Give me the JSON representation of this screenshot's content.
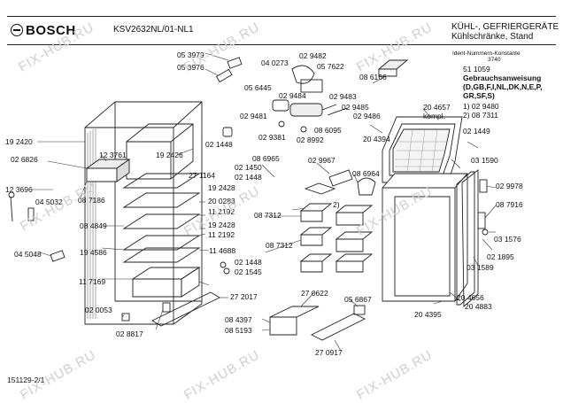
{
  "header": {
    "brand": "BOSCH",
    "model": "KSV2632NL/01-NL1",
    "category_line1": "KÜHL-, GEFRIERGERÄTE",
    "category_line2": "Kühlschränke, Stand",
    "ident_label": "Ident-Nummern-Konstante",
    "ident_value": "3740"
  },
  "info": {
    "manual_code": "51 1059",
    "manual_title": "Gebrauchsanweisung",
    "manual_langs_1": "(D,GB,F,I,NL,DK,N,E,P,",
    "manual_langs_2": "GR,SF,S)",
    "note_1": "1)  02 9480",
    "note_2": "2)  08 7311"
  },
  "footer": {
    "doc_id": "151129-2/1"
  },
  "watermark": "FIX-HUB.RU",
  "part_labels": [
    {
      "id": "05 3979"
    },
    {
      "id": "05 3976"
    },
    {
      "id": "04 0273"
    },
    {
      "id": "02 9482"
    },
    {
      "id": "05 7622"
    },
    {
      "id": "05 6445"
    },
    {
      "id": "02 9484"
    },
    {
      "id": "02 9483"
    },
    {
      "id": "02 9485"
    },
    {
      "id": "02 9481"
    },
    {
      "id": "02 9486"
    },
    {
      "id": "08 6095"
    },
    {
      "id": "02 9381"
    },
    {
      "id": "02 8992"
    },
    {
      "id": "08 6166"
    },
    {
      "id": "20 4657"
    },
    {
      "id": "kompl."
    },
    {
      "id": "20 4394"
    },
    {
      "id": "02 1449"
    },
    {
      "id": "19 2420"
    },
    {
      "id": "02 6826"
    },
    {
      "id": "12 3761"
    },
    {
      "id": "19 2426"
    },
    {
      "id": "02 1448"
    },
    {
      "id": "02 1450"
    },
    {
      "id": "02 1448"
    },
    {
      "id": "27 1164"
    },
    {
      "id": "08 6965"
    },
    {
      "id": "02 9967"
    },
    {
      "id": "08 6964"
    },
    {
      "id": "03 1590"
    },
    {
      "id": "02 9978"
    },
    {
      "id": "08 7916"
    },
    {
      "id": "12 3696"
    },
    {
      "id": "04 5032"
    },
    {
      "id": "08 7186"
    },
    {
      "id": "19 2428"
    },
    {
      "id": "20 0283"
    },
    {
      "id": "11 2192"
    },
    {
      "id": "08 7312"
    },
    {
      "id": "2)"
    },
    {
      "id": "08 4849"
    },
    {
      "id": "19 2428"
    },
    {
      "id": "11 2192"
    },
    {
      "id": "03 1576"
    },
    {
      "id": "02 1895"
    },
    {
      "id": "08 7312"
    },
    {
      "id": "03 1589"
    },
    {
      "id": "04 5048"
    },
    {
      "id": "19 4586"
    },
    {
      "id": "11 4688"
    },
    {
      "id": "02 1448"
    },
    {
      "id": "02 1545"
    },
    {
      "id": "11 7169"
    },
    {
      "id": "27 2017"
    },
    {
      "id": "27 0622"
    },
    {
      "id": "05 6867"
    },
    {
      "id": "20 4656"
    },
    {
      "id": "20 4395"
    },
    {
      "id": "20 4883"
    },
    {
      "id": "02 0053"
    },
    {
      "id": "02 8817"
    },
    {
      "id": "08 4397"
    },
    {
      "id": "08 5193"
    },
    {
      "id": "27 0917"
    }
  ]
}
